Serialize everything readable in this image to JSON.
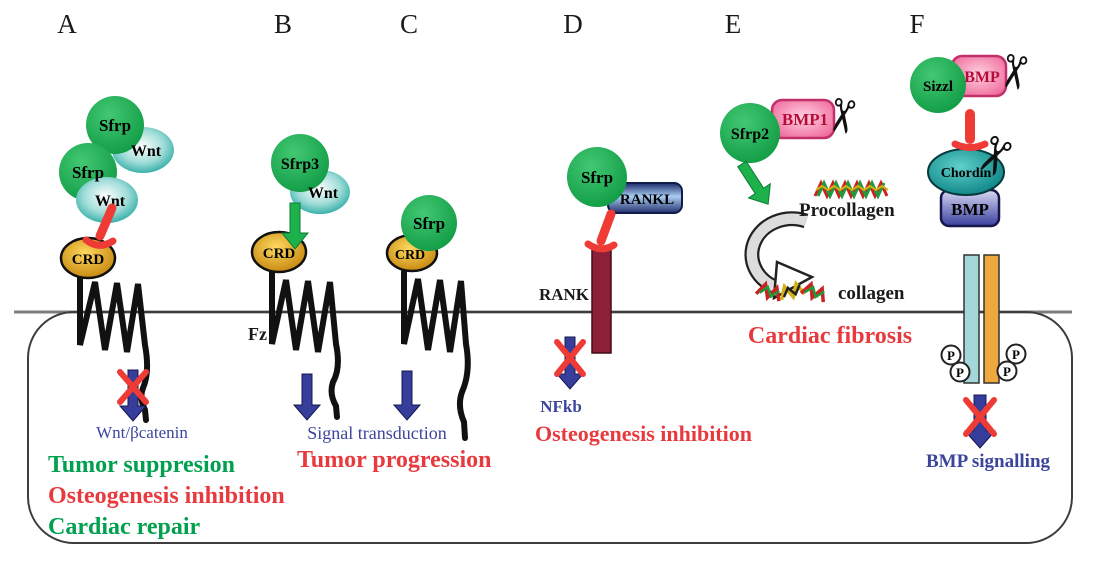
{
  "colors": {
    "green_text": "#00a04e",
    "red_text": "#e83a3e",
    "blue_text": "#3c459c",
    "black_text": "#1a1a1a",
    "sfrp_green": "#16a04a",
    "wnt_teal": "#2fa8a0",
    "crd_gold": "#d9991c",
    "rankl_blue": "#4a69b8",
    "rank_maroon": "#8e1f38",
    "bmp1_pink": "#ee5e93",
    "bmp1_text": "#b50d3a",
    "chordin_teal": "#0e8f8f",
    "bmp_box_blue": "#5b5fb0",
    "receptor_cyan": "#a5d6da",
    "receptor_orange": "#efa83e",
    "arrow_blue": "#363d9b",
    "arrow_green": "#1db14c",
    "arrow_red": "#ee3b35",
    "membrane_gray": "#7d7d7d",
    "receptor_black": "#111111"
  },
  "icons": {
    "scissors": "✂"
  },
  "panels": {
    "a": {
      "letter": "A",
      "sfrp_top_label": "Sfrp",
      "wnt_top_label": "Wnt",
      "sfrp_bottom_label": "Sfrp",
      "wnt_bottom_label": "Wnt",
      "crd_label": "CRD",
      "pathway_label": "Wnt/βcatenin",
      "effect_1": "Tumor suppresion",
      "effect_2": "Osteogenesis inhibition",
      "effect_3": "Cardiac repair"
    },
    "b": {
      "letter": "B",
      "sfrp_label": "Sfrp3",
      "wnt_label": "Wnt",
      "crd_label": "CRD",
      "fz_label": "Fz",
      "pathway_label": "Signal transduction",
      "effect_1": "Tumor progression"
    },
    "c": {
      "letter": "C",
      "sfrp_label": "Sfrp",
      "crd_label": "CRD"
    },
    "d": {
      "letter": "D",
      "sfrp_label": "Sfrp",
      "rankl_label": "RANKL",
      "rank_label": "RANK",
      "pathway_label": "NFkb",
      "effect_1": "Osteogenesis inhibition"
    },
    "e": {
      "letter": "E",
      "sfrp_label": "Sfrp2",
      "bmp1_label": "BMP1",
      "substrate_label": "Procollagen",
      "product_label": "collagen",
      "effect_1": "Cardiac fibrosis"
    },
    "f": {
      "letter": "F",
      "sizzled_label": "Sizzl",
      "bmp_free_label": "BMP",
      "chordin_label": "Chordin",
      "bmp_bound_label": "BMP",
      "phospho_label": "P",
      "pathway_label": "BMP signalling"
    }
  }
}
